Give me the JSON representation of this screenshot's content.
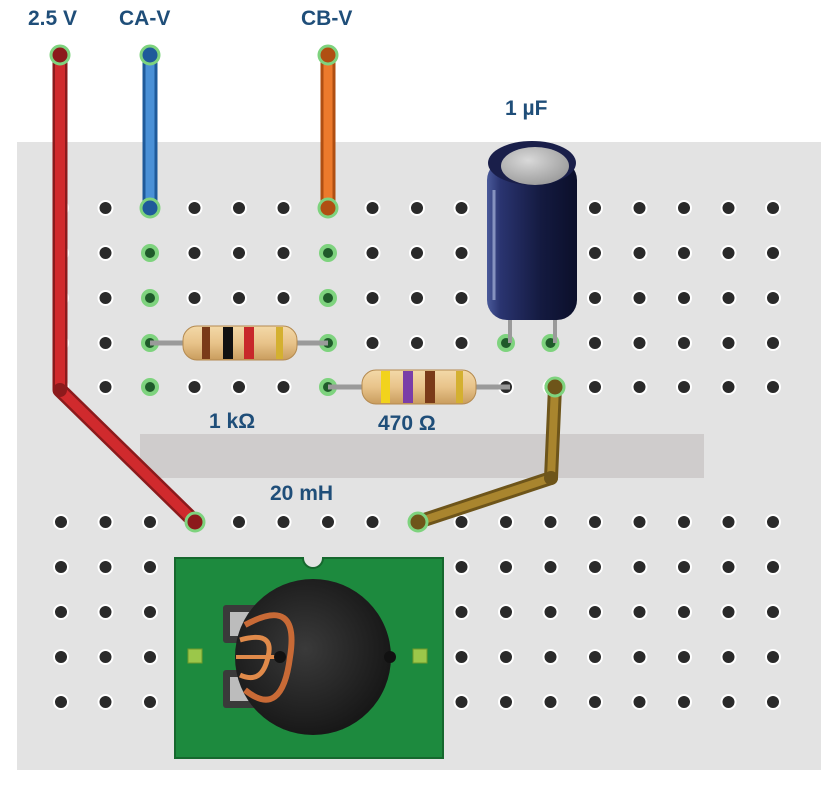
{
  "labels": {
    "supply": "2.5 V",
    "channel_a": "CA-V",
    "channel_b": "CB-V",
    "capacitor": "1 µF",
    "resistor_1": "1 kΩ",
    "resistor_2": "470 Ω",
    "inductor": "20 mH"
  },
  "colors": {
    "board": "#e3e3e3",
    "hole": "#2a2a2a",
    "hole_highlight": "#7ed37e",
    "wire_supply": "#c8282a",
    "wire_channel_a": "#3a7fc8",
    "wire_channel_b": "#e36c22",
    "wire_lead": "#9c7a2a",
    "module_pcb": "#1d8a3e",
    "capacitor_body": "#1a1f4a",
    "label_text": "#1f4e79"
  },
  "breadboard": {
    "columns": 17,
    "upper_rows": 5,
    "lower_rows": 5
  },
  "resistor_1_bands": [
    "brown",
    "black",
    "red",
    "gold"
  ],
  "resistor_2_bands": [
    "yellow",
    "violet",
    "brown",
    "gold"
  ]
}
